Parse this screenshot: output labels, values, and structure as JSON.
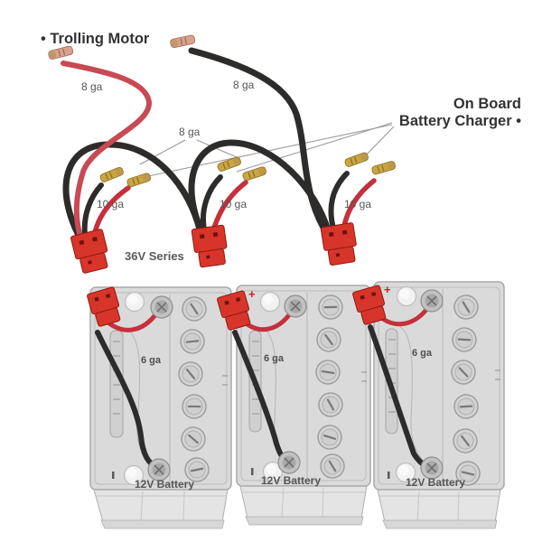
{
  "labels": {
    "trolling_motor": "• Trolling Motor",
    "on_board_charger_line1": "On Board",
    "on_board_charger_line2": "Battery Charger •",
    "series": "36V Series"
  },
  "gauges": {
    "trolling_red": "8 ga",
    "trolling_black": "8 ga",
    "jumper": "8 ga"
  },
  "assemblies": [
    {
      "gauge": "10 ga"
    },
    {
      "gauge": "10 ga"
    },
    {
      "gauge": "10 ga"
    }
  ],
  "batteries": [
    {
      "label": "12V Battery",
      "gauge": "6 ga",
      "polarity": "+"
    },
    {
      "label": "12V Battery",
      "gauge": "6 ga",
      "polarity": "+"
    },
    {
      "label": "12V Battery",
      "gauge": "6 ga",
      "polarity": "+"
    }
  ],
  "colors": {
    "wire-red": "#c5303c",
    "wire-red-light": "#c84a54",
    "wire-black": "#2e2c2b",
    "connector-red": "#d8352a",
    "connector-red-dark": "#8d1c10",
    "connector-slot": "#6e120a",
    "crimp-gold": "#c9a544",
    "crimp-salmon": "#d8a28f",
    "battery-body": "#dadada",
    "battery-line": "#a9a9a9",
    "pointer-line": "#9b9b9b",
    "text-dark": "#333333",
    "text-gray": "#555555"
  }
}
